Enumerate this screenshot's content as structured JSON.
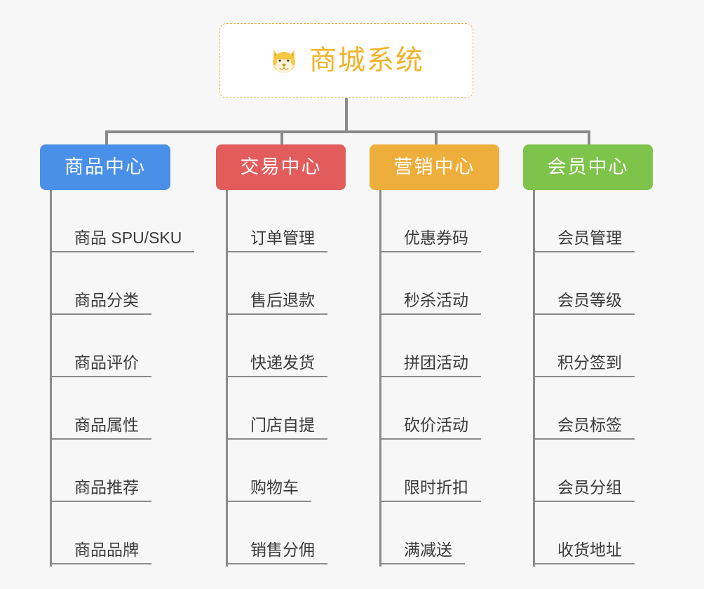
{
  "page": {
    "background_color": "#f7f7f7",
    "line_color": "#8a8a8a"
  },
  "root": {
    "title": "商城系统",
    "icon": "shiba-dog-face-icon",
    "text_color": "#f0b429",
    "border_color": "#e8b050",
    "background_color": "#ffffff"
  },
  "branches": [
    {
      "label": "商品中心",
      "color": "#4a90e8",
      "items": [
        "商品 SPU/SKU",
        "商品分类",
        "商品评价",
        "商品属性",
        "商品推荐",
        "商品品牌"
      ]
    },
    {
      "label": "交易中心",
      "color": "#e35c5c",
      "items": [
        "订单管理",
        "售后退款",
        "快递发货",
        "门店自提",
        "购物车",
        "销售分佣"
      ]
    },
    {
      "label": "营销中心",
      "color": "#eeae3c",
      "items": [
        "优惠券码",
        "秒杀活动",
        "拼团活动",
        "砍价活动",
        "限时折扣",
        "满减送"
      ]
    },
    {
      "label": "会员中心",
      "color": "#7ec34a",
      "items": [
        "会员管理",
        "会员等级",
        "积分签到",
        "会员标签",
        "会员分组",
        "收货地址"
      ]
    }
  ]
}
